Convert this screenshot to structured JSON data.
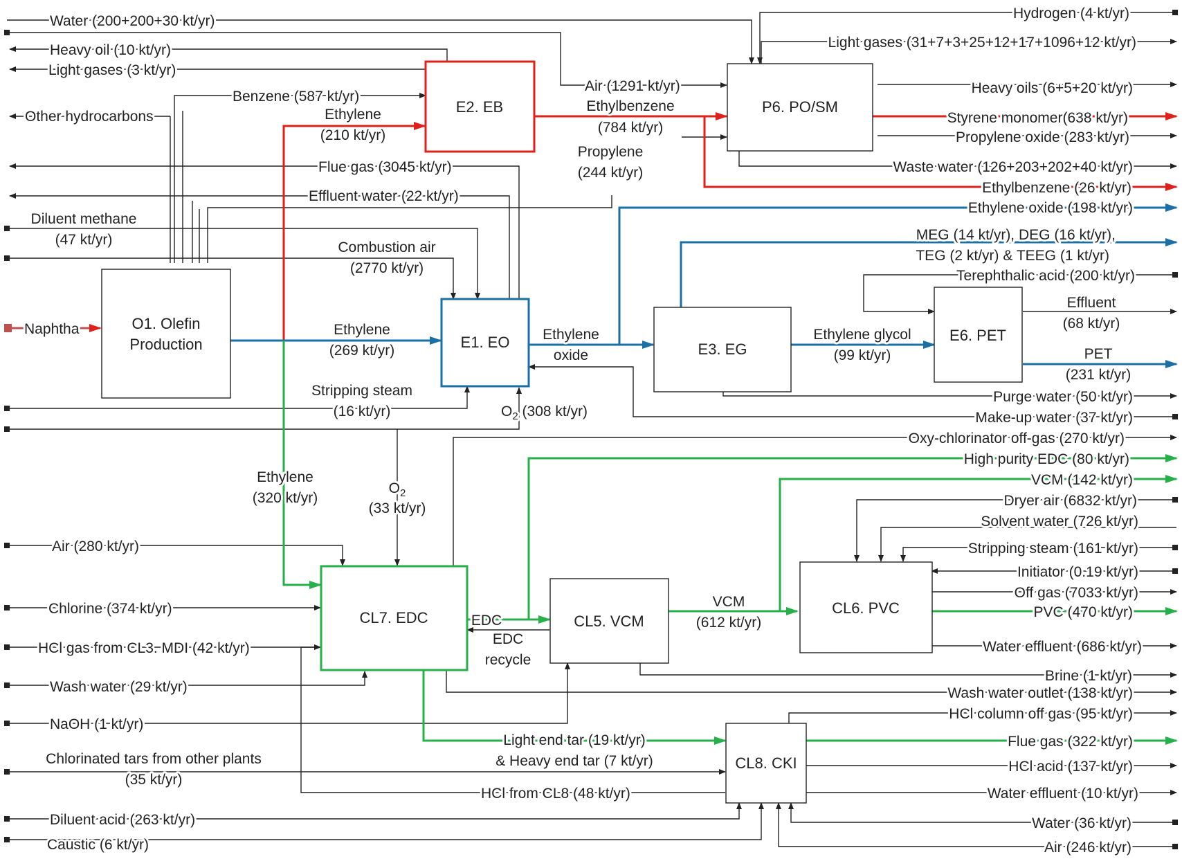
{
  "units": [
    {
      "id": "o1",
      "line1": "O1. Olefin",
      "line2": "Production"
    },
    {
      "id": "e2",
      "line1": "E2. EB"
    },
    {
      "id": "p6",
      "line1": "P6. PO/SM"
    },
    {
      "id": "e1",
      "line1": "E1. EO"
    },
    {
      "id": "e3",
      "line1": "E3. EG"
    },
    {
      "id": "e6",
      "line1": "E6. PET"
    },
    {
      "id": "cl7",
      "line1": "CL7. EDC"
    },
    {
      "id": "cl5",
      "line1": "CL5. VCM"
    },
    {
      "id": "cl6",
      "line1": "CL6. PVC"
    },
    {
      "id": "cl8",
      "line1": "CL8. CKI"
    }
  ],
  "streams": {
    "water_in": "Water (200+200+30 kt/yr)",
    "hydrogen": "Hydrogen (4 kt/yr)",
    "light_gases_p6": "Light gases (31+7+3+25+12+17+1096+12 kt/yr)",
    "heavy_oil": "Heavy oil (10 kt/yr)",
    "light_gases_3": "Light gases (3 kt/yr)",
    "air_1291": "Air (1291 kt/yr)",
    "heavy_oils_p6": "Heavy oils (6+5+20 kt/yr)",
    "benzene": "Benzene (587 kt/yr)",
    "ethylbenzene_1": "Ethylbenzene",
    "ethylbenzene_2": "(784 kt/yr)",
    "other_hc": "Other hydrocarbons",
    "ethylene_eb_1": "Ethylene",
    "ethylene_eb_2": "(210 kt/yr)",
    "styrene": "Styrene monomer(638 kt/yr)",
    "propylene_oxide": "Propylene oxide (283 kt/yr)",
    "propylene_1": "Propylene",
    "propylene_2": "(244 kt/yr)",
    "flue_gas_3045": "Flue gas (3045 kt/yr)",
    "waste_water": "Waste water (126+203+202+40 kt/yr)",
    "ethylbenzene_26": "Ethylbenzene (26 kt/yr)",
    "effluent_water": "Effluent water (22 kt/yr)",
    "ethylene_oxide_198": "Ethylene oxide (198 kt/yr)",
    "diluent_methane_1": "Diluent methane",
    "diluent_methane_2": "(47 kt/yr)",
    "meg_1": "MEG (14 kt/yr), DEG (16 kt/yr),",
    "meg_2": "TEG (2 kt/yr) & TEEG (1 kt/yr)",
    "combustion_air_1": "Combustion air",
    "combustion_air_2": "(2770 kt/yr)",
    "terephthalic": "Terephthalic acid (200 kt/yr)",
    "effluent_1": "Effluent",
    "effluent_2": "(68 kt/yr)",
    "naphtha": "Naphtha",
    "ethylene_eo_1": "Ethylene",
    "ethylene_eo_2": "(269 kt/yr)",
    "ethylene_oxide_1": "Ethylene",
    "ethylene_oxide_2": "oxide",
    "ethylene_glycol_1": "Ethylene glycol",
    "ethylene_glycol_2": "(99 kt/yr)",
    "pet_1": "PET",
    "pet_2": "(231 kt/yr)",
    "stripping_steam_1": "Stripping steam",
    "stripping_steam_2": "(16 kt/yr)",
    "o2_308_sym": "O",
    "o2_308_sub": "2",
    "o2_308_val": " (308 kt/yr)",
    "purge_water": "Purge water (50 kt/yr)",
    "makeup_water": "Make-up water (37 kt/yr)",
    "oxy_offgas": "Oxy-chlorinator off-gas (270 kt/yr)",
    "high_purity_edc": "High purity EDC (80 kt/yr)",
    "ethylene_320_1": "Ethylene",
    "ethylene_320_2": "(320 kt/yr)",
    "o2_33_sym": "O",
    "o2_33_sub": "2",
    "o2_33_val": "(33 kt/yr)",
    "vcm_142": "VCM (142 kt/yr)",
    "dryer_air": "Dryer air (6832 kt/yr)",
    "solvent_water": "Solvent water (726 kt/yr)",
    "air_280": "Air (280 kt/yr)",
    "stripping_steam_161": "Stripping steam (161 kt/yr)",
    "initiator": "Initiator (0.19 kt/yr)",
    "off_gas": "Off gas (7033 kt/yr)",
    "chlorine": "Chlorine (374 kt/yr)",
    "edc": "EDC",
    "vcm_612_1": "VCM",
    "vcm_612_2": "(612 kt/yr)",
    "pvc": "PVC (470 kt/yr)",
    "hcl_gas": "HCl gas from CL3. MDI (42 kt/yr)",
    "edc_recycle_1": "EDC",
    "edc_recycle_2": "recycle",
    "water_effluent_686": "Water effluent (686 kt/yr)",
    "brine": "Brine (1 kt/yr)",
    "wash_water": "Wash water (29 kt/yr)",
    "wash_water_outlet": "Wash water outlet (138 kt/yr)",
    "naoh": "NaOH (1 kt/yr)",
    "hcl_column": "HCl column off gas (95 kt/yr)",
    "light_end_tar": "Light end tar (19 kt/yr)",
    "heavy_end_tar": "& Heavy end tar (7 kt/yr)",
    "chlorinated_tars_1": "Chlorinated tars from other plants",
    "chlorinated_tars_2": "(35 kt/yr)",
    "flue_gas_322": "Flue gas (322 kt/yr)",
    "hcl_acid": "HCl acid (137 kt/yr)",
    "hcl_from_cl8": "HCl from CL8 (48 kt/yr)",
    "water_effluent_10": "Water effluent (10 kt/yr)",
    "diluent_acid": "Diluent acid (263 kt/yr)",
    "water_36": "Water (36 kt/yr)",
    "caustic": "Caustic (6 kt/yr)",
    "air_246": "Air (246 kt/yr)"
  },
  "colors": {
    "line": "#222222",
    "eb_chain": "#e0201b",
    "eo_chain": "#1a6fa5",
    "pvc_chain": "#25b04a",
    "naphtha": "#c0504d"
  }
}
